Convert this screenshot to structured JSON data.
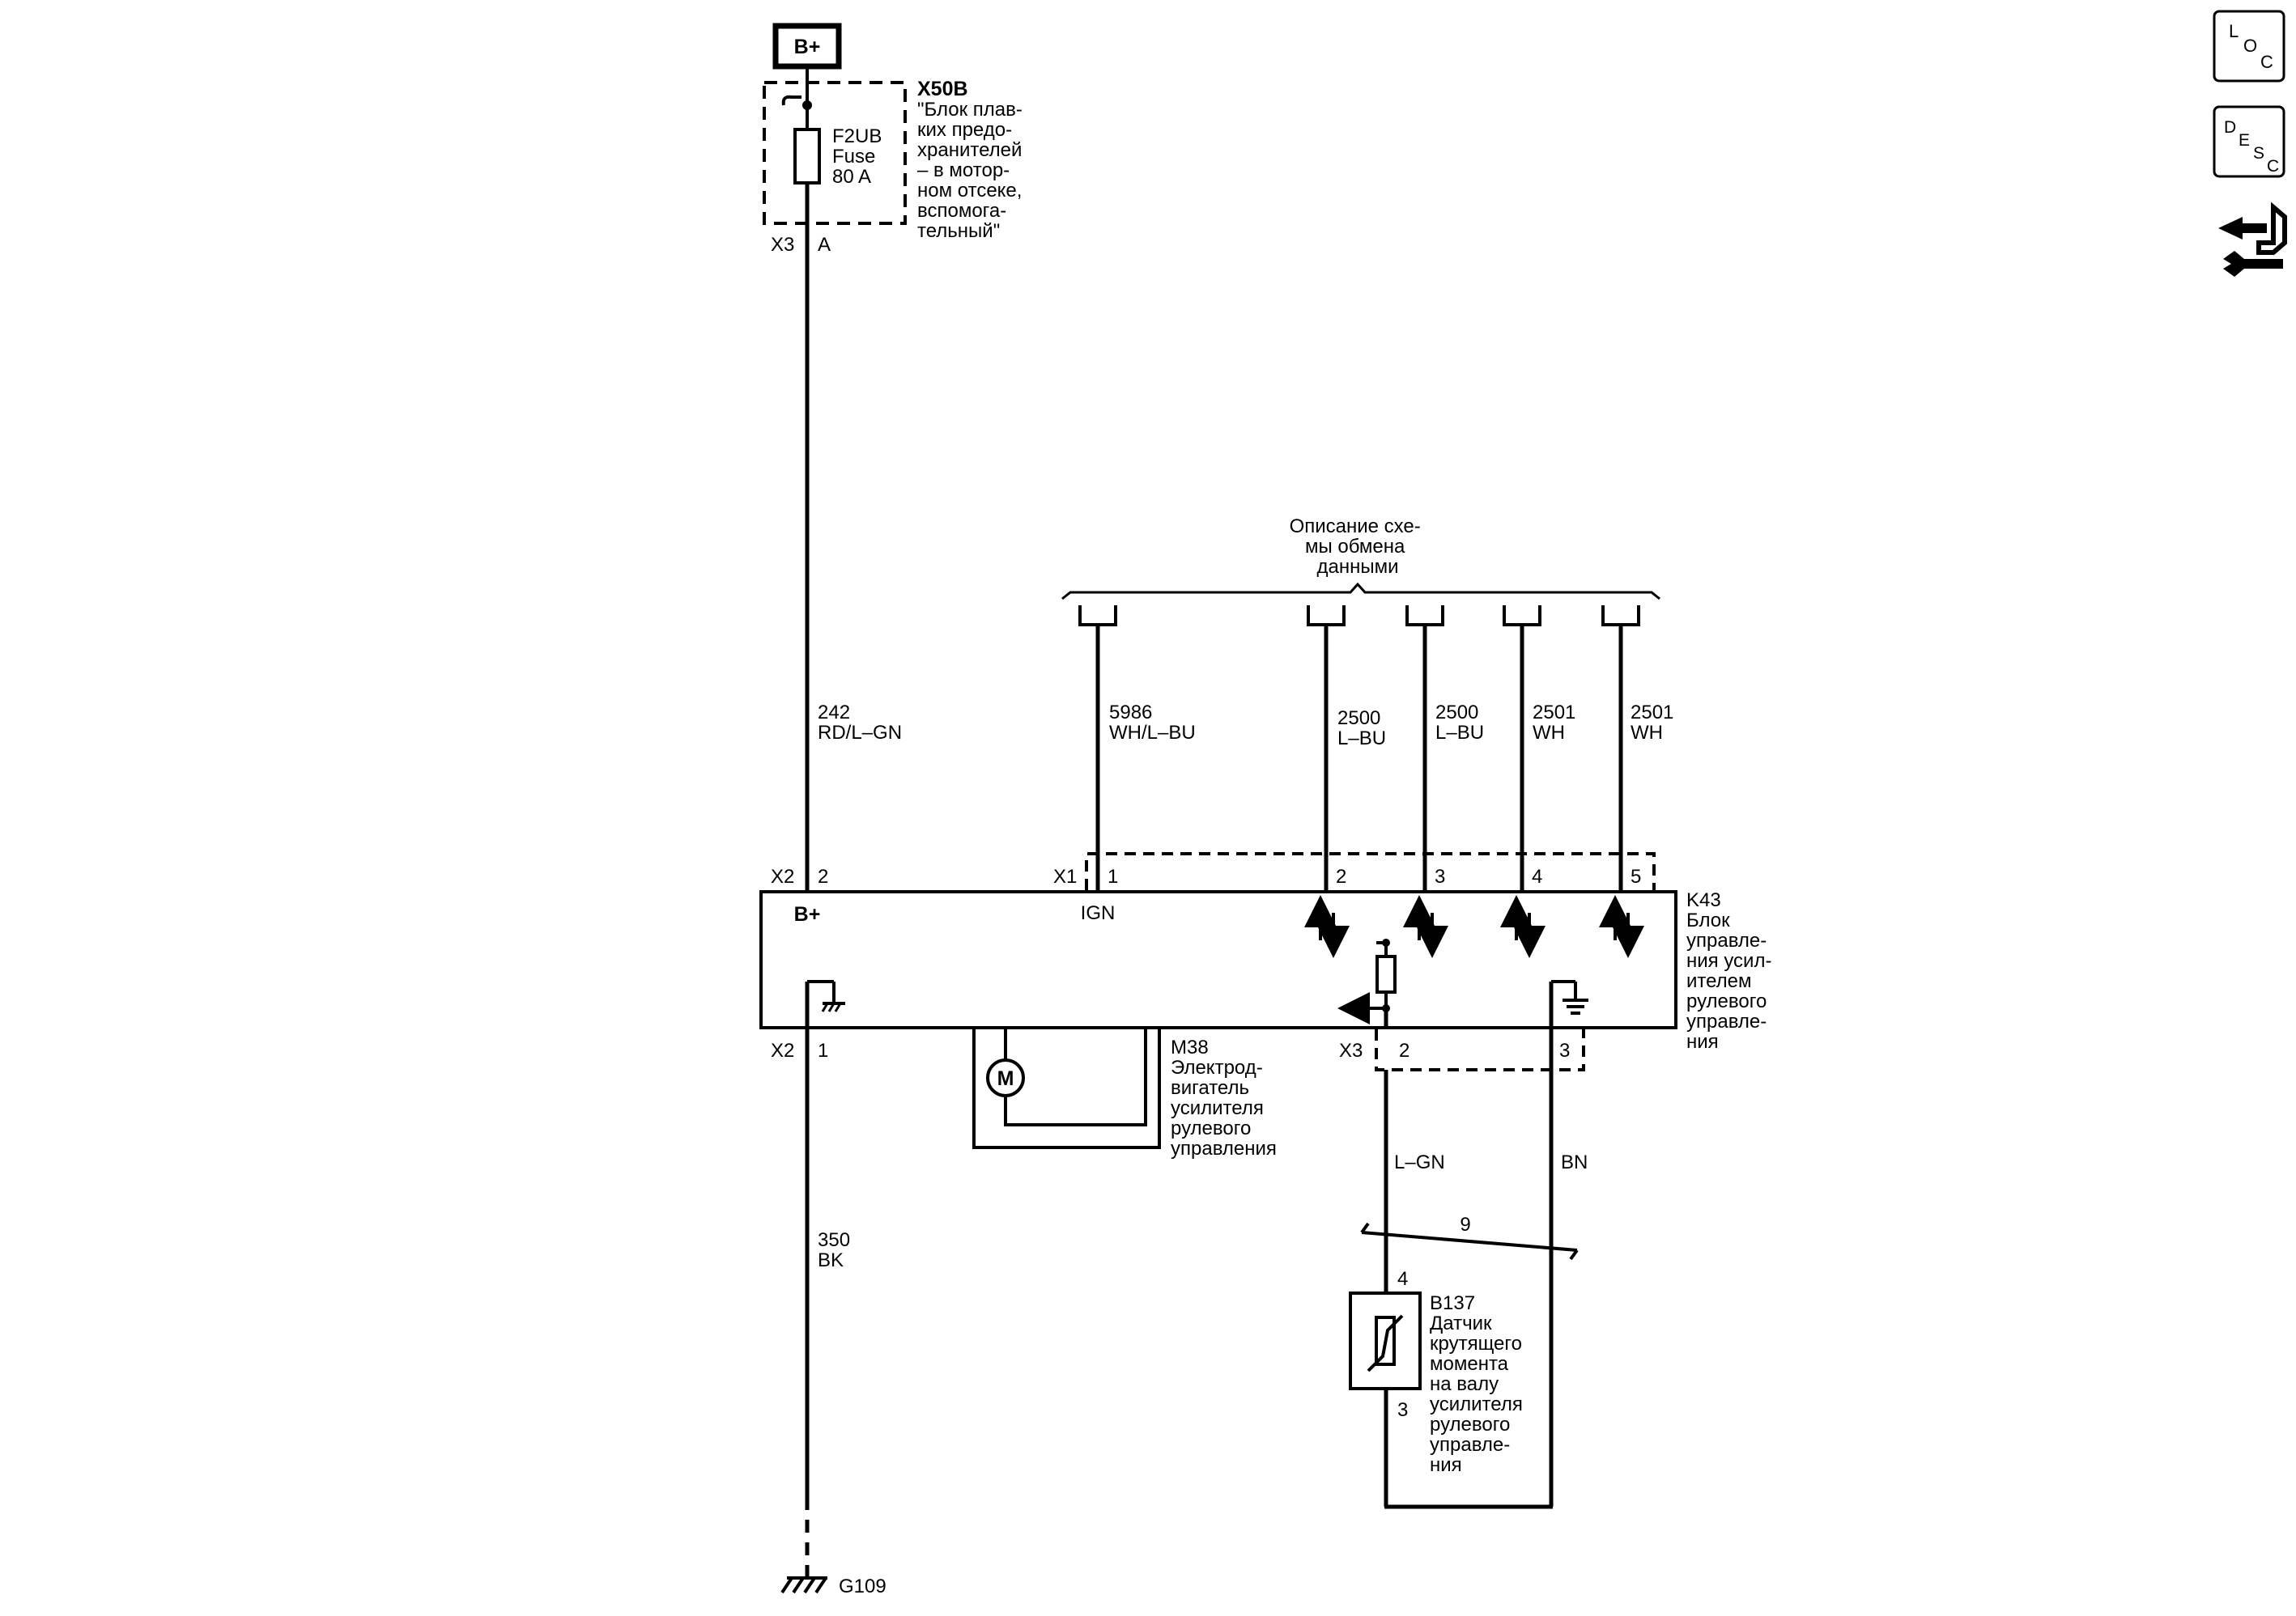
{
  "power": {
    "source": "B+"
  },
  "fuse_block": {
    "id": "X50B",
    "name_lines": [
      "\"Блок плав-",
      "ких предо-",
      "хранителей",
      "– в мотор-",
      "ном отсеке,",
      "вспомога-",
      "тельный\""
    ],
    "fuse_lines": [
      "F2UB",
      "Fuse",
      "80 A"
    ],
    "connector": "X3",
    "pin": "A"
  },
  "wires": {
    "w242": {
      "circuit": "242",
      "color": "RD/L–GN"
    },
    "w5986": {
      "circuit": "5986",
      "color": "WH/L–BU"
    },
    "w2500a": {
      "circuit": "2500",
      "color": "L–BU"
    },
    "w2500b": {
      "circuit": "2500",
      "color": "L–BU"
    },
    "w2501a": {
      "circuit": "2501",
      "color": "WH"
    },
    "w2501b": {
      "circuit": "2501",
      "color": "WH"
    },
    "w350": {
      "circuit": "350",
      "color": "BK"
    },
    "lgn": {
      "color": "L–GN"
    },
    "bn": {
      "color": "BN"
    }
  },
  "data_comm": {
    "title_lines": [
      "Описание схе-",
      "мы обмена",
      "данными"
    ]
  },
  "module": {
    "id": "K43",
    "name_lines": [
      "Блок",
      "управле-",
      "ния усил-",
      "ителем",
      "рулевого",
      "управле-",
      "ния"
    ],
    "x1": {
      "connector": "X1",
      "pins": [
        "1",
        "2",
        "3",
        "4",
        "5"
      ],
      "ign_label": "IGN"
    },
    "x2": {
      "connector": "X2",
      "pin_top": "2",
      "pin_bottom": "1",
      "bplus_label": "B+"
    },
    "x3": {
      "connector": "X3",
      "pins": [
        "2",
        "3"
      ]
    }
  },
  "motor": {
    "id": "M38",
    "symbol": "M",
    "name_lines": [
      "Электрод-",
      "вигатель",
      "усилителя",
      "рулевого",
      "управления"
    ]
  },
  "sensor": {
    "id": "B137",
    "name_lines": [
      "Датчик",
      "крутящего",
      "момента",
      "на валу",
      "усилителя",
      "рулевого",
      "управле-",
      "ния"
    ],
    "pin_top": "4",
    "pin_bottom": "3"
  },
  "twist": {
    "label": "9"
  },
  "ground": {
    "id": "G109"
  },
  "side_icons": {
    "loc": {
      "letters": [
        "L",
        "O",
        "C"
      ],
      "icon": "location-icon"
    },
    "desc": {
      "letters": [
        "D",
        "E",
        "S",
        "C"
      ],
      "icon": "description-icon"
    },
    "connector": {
      "icon": "connector-info-icon"
    }
  }
}
